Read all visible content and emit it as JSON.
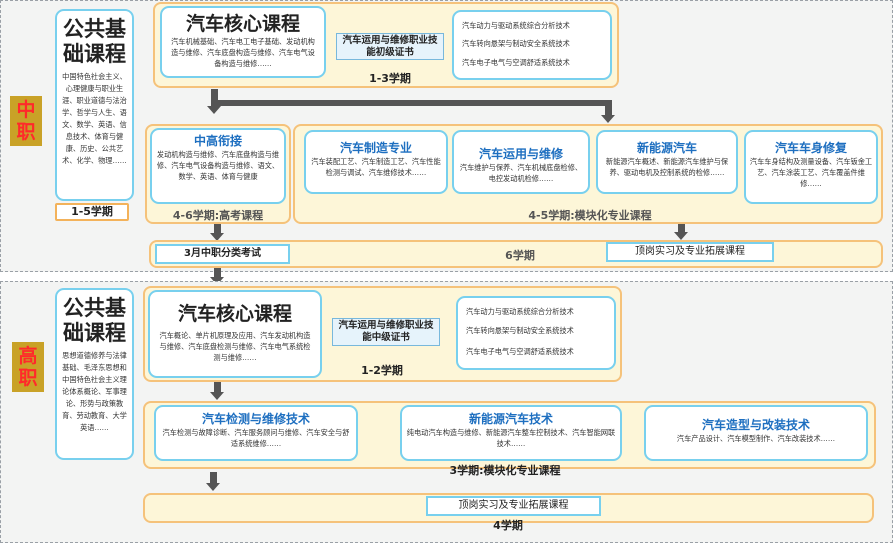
{
  "zhongzhi": {
    "side_label": "中职",
    "public": {
      "title": "公共基础课程",
      "text": "中国特色社会主义、心理健康与职业生涯、职业道德与法治学、哲学与人生、语文、数学、英语、信息技术、体育与健康、历史、公共艺术、化学、物理……",
      "duration": "1-5学期"
    },
    "core": {
      "title": "汽车核心课程",
      "text": "汽车机械基础、汽车电工电子基础、发动机构造与维修、汽车底盘构造与维修、汽车电气设备构造与维修……"
    },
    "cert": "汽车运用与维修职业技能初级证书",
    "core_terms": "1-3学期",
    "advanced": [
      "汽车动力与驱动系统综合分析技术",
      "汽车转向悬架与制动安全系统技术",
      "汽车电子电气与空调舒适系统技术"
    ],
    "higher_prep": {
      "title": "中高衔接",
      "text": "发动机构造与维修、汽车底盘构造与维修、汽车电气设备构造与维修、语文、数学、英语、体育与健康"
    },
    "higher_prep_label": "4-6学期:高考课程",
    "majors": [
      {
        "title": "汽车制造专业",
        "text": "汽车装配工艺、汽车制造工艺、汽车性能检测与调试、汽车维修技术……"
      },
      {
        "title": "汽车运用与维修",
        "text": "汽车维护与保养、汽车机械底盘检修、电控发动机检修……"
      },
      {
        "title": "新能源汽车",
        "text": "新能源汽车概述、新能源汽车维护与保养、驱动电机及控制系统的检修……"
      },
      {
        "title": "汽车车身修复",
        "text": "汽车车身结构及测量设备、汽车钣金工艺、汽车涂装工艺、汽车覆盖件维修……"
      }
    ],
    "majors_label": "4-5学期:模块化专业课程",
    "exam": "3月中职分类考试",
    "term6": "6学期",
    "internship": "顶岗实习及专业拓展课程"
  },
  "gaozhi": {
    "side_label": "高职",
    "public": {
      "title": "公共基础课程",
      "text": "思想道德修养与法律基础、毛泽东思想和中国特色社会主义理论体系概论、军事理论、形势与政策教育、劳动教育、大学英语……"
    },
    "core": {
      "title": "汽车核心课程",
      "text": "汽车概论、单片机原理及应用、汽车发动机构造与维修、汽车底盘检测与维修、汽车电气系统检测与维修……"
    },
    "cert": "汽车运用与维修职业技能中级证书",
    "core_terms": "1-2学期",
    "advanced": [
      "汽车动力与驱动系统综合分析技术",
      "汽车转向悬架与制动安全系统技术",
      "汽车电子电气与空调舒适系统技术"
    ],
    "modules": [
      {
        "title": "汽车检测与维修技术",
        "text": "汽车检测与故障诊断、汽车服务顾问与维修、汽车安全与舒适系统维修……"
      },
      {
        "title": "新能源汽车技术",
        "text": "纯电动汽车构造与维修、新能源汽车整车控制技术、汽车智能网联技术……"
      },
      {
        "title": "汽车造型与改装技术",
        "text": "汽车产品设计、汽车模型制作、汽车改装技术……"
      }
    ],
    "modules_label": "3学期:模块化专业课程",
    "internship": "顶岗实习及专业拓展课程",
    "term4": "4学期"
  }
}
